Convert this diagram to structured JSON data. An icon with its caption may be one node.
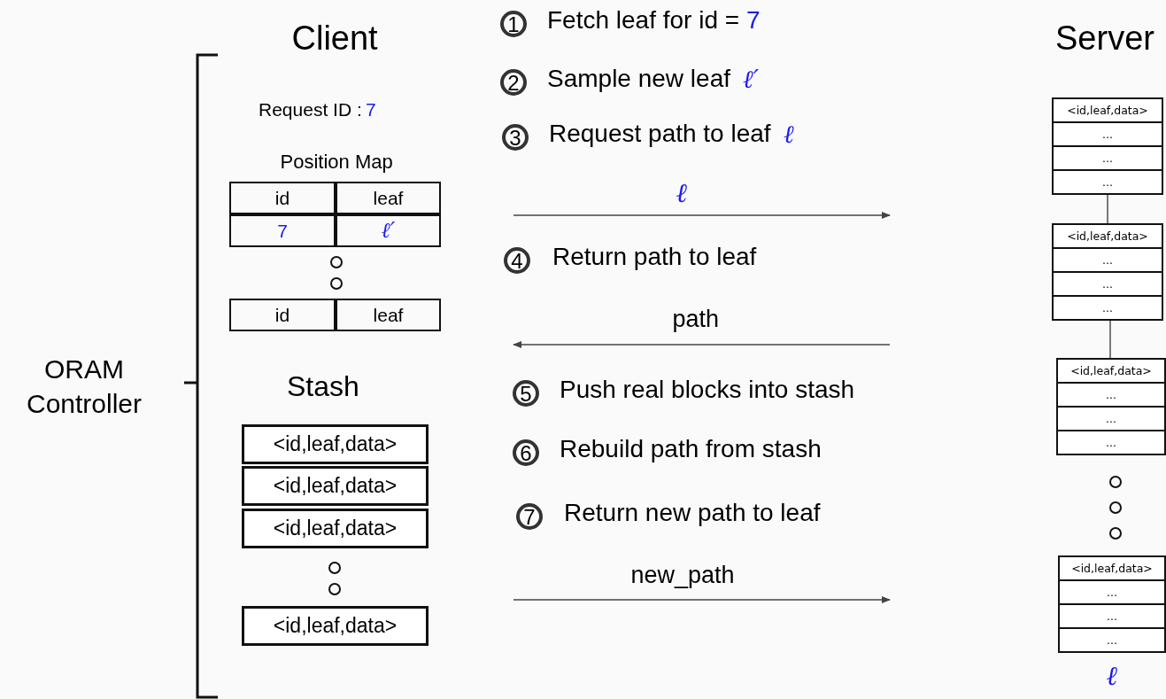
{
  "diagram": {
    "nodes": [
      {
        "text": [
          "<id,leaf,data>",
          "...",
          "...",
          "..."
        ]
      },
      {
        "text": [
          "<id,leaf,data>",
          "...",
          "...",
          "..."
        ]
      },
      {
        "text": [
          "<id,leaf,data>",
          "...",
          "...",
          "..."
        ]
      },
      {
        "text": [
          "<id,leaf,data>",
          "...",
          "...",
          "..."
        ],
        "beside": [
          "ℓ"
        ]
      },
      {
        "text": [
          "<id,leaf,data>"
        ]
      },
      {
        "text": [
          "<id,leaf,data>"
        ]
      },
      {
        "text": [
          "<id,leaf,data>"
        ]
      },
      {
        "text": [
          "<id,leaf,data>"
        ]
      },
      {
        "text": [
          "1"
        ],
        "beside": [
          "Fetch leaf for id =",
          "7"
        ]
      },
      {
        "text": [
          "2"
        ],
        "beside": [
          "Sample new leaf",
          "ℓ′"
        ]
      },
      {
        "text": [
          "3"
        ],
        "beside": [
          "Request path to leaf",
          "ℓ"
        ]
      },
      {
        "text": [
          "4"
        ],
        "beside": [
          "Return path to leaf"
        ]
      },
      {
        "text": [
          "5"
        ],
        "beside": [
          "Push real blocks into stash"
        ]
      },
      {
        "text": [
          "6"
        ],
        "beside": [
          "Rebuild path from stash"
        ]
      },
      {
        "text": [
          "7"
        ],
        "beside": [
          "Return new path to leaf"
        ]
      }
    ],
    "edges": [
      {
        "from": 0,
        "to": 1,
        "arrow": "none"
      },
      {
        "from": 1,
        "to": 2,
        "arrow": "none"
      }
    ],
    "labels": [
      "Client",
      "Server",
      "Request ID :",
      "7",
      "Position Map",
      "id",
      "leaf",
      "7",
      "ℓ′",
      "id",
      "leaf",
      "ℓ",
      "ORAM Controller",
      "Stash",
      "path",
      "new_path"
    ]
  }
}
